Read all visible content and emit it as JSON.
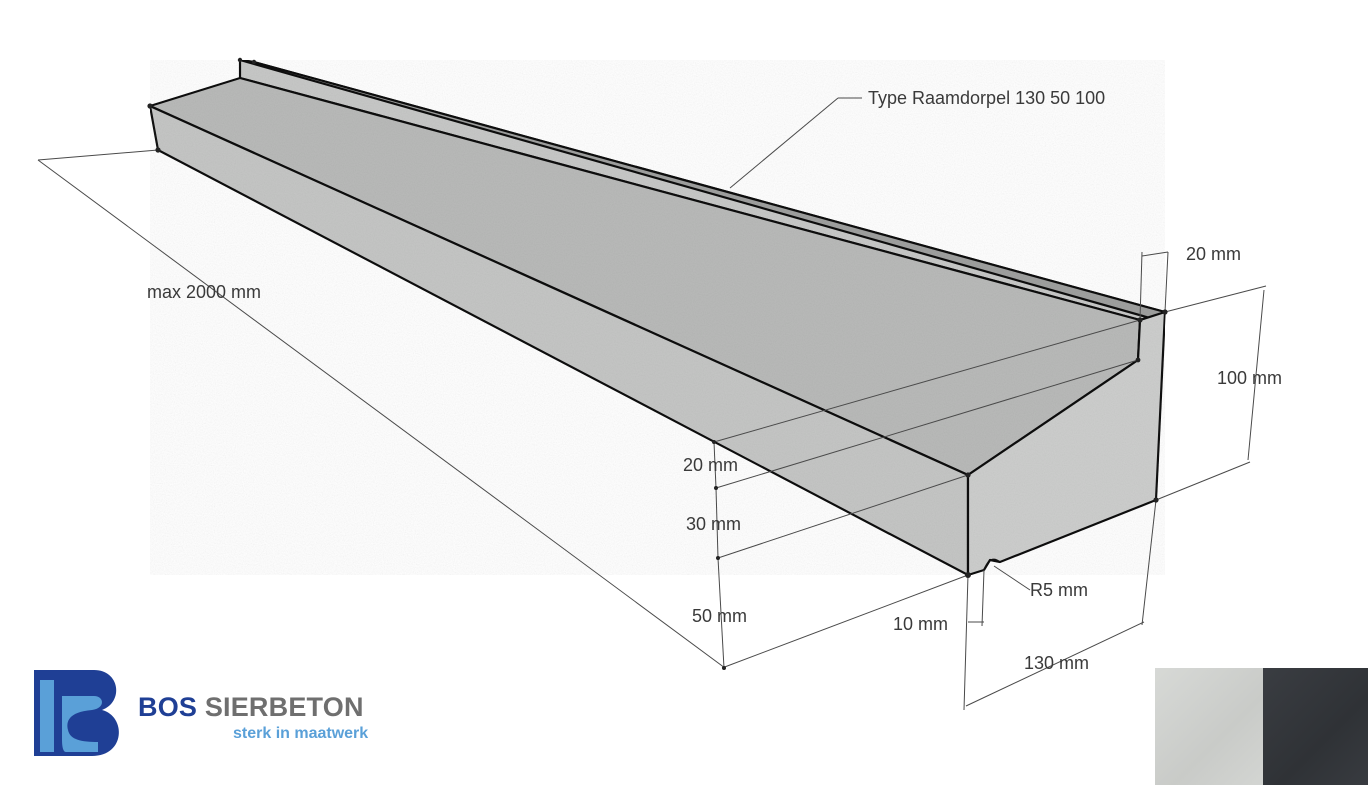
{
  "product": {
    "type_label": "Type Raamdorpel 130 50 100"
  },
  "dimensions": {
    "length": "max 2000 mm",
    "top_upstand_width": "20 mm",
    "total_height": "100 mm",
    "upstand_height": "20 mm",
    "slope_height": "30 mm",
    "front_height": "50 mm",
    "drip_radius": "R5 mm",
    "drip_offset": "10 mm",
    "depth": "130 mm"
  },
  "brand": {
    "name_part1": "BOS",
    "name_part2": "SIERBETON",
    "tagline": "sterk in maatwerk"
  },
  "colors": {
    "concrete": "#c9cac9",
    "brand_blue": "#1f3f95",
    "brand_light_blue": "#5aa0d8",
    "brand_gray": "#6f6f6f",
    "swatch_light": "#d1d3d0",
    "swatch_dark": "#34373b"
  },
  "swatches": [
    {
      "name": "light-gray"
    },
    {
      "name": "anthracite"
    }
  ]
}
